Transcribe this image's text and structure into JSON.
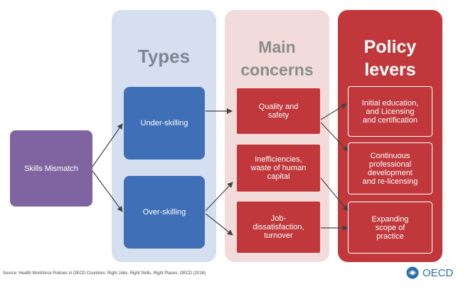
{
  "columns": {
    "types": "Types",
    "concerns": [
      "Main",
      "concerns"
    ],
    "levers": [
      "Policy",
      "levers"
    ]
  },
  "mismatch": "Skills Mismatch",
  "types": [
    "Under-skilling",
    "Over-skilling"
  ],
  "concerns": [
    [
      "Quality and",
      "safety"
    ],
    [
      "Inefficiencies,",
      "waste of human",
      "capital"
    ],
    [
      "Job-",
      "dissatisfaction,",
      "turnover"
    ]
  ],
  "levers": [
    [
      "Initial education,",
      "and Licensing",
      "and certification"
    ],
    [
      "Continuous",
      "professional",
      "development",
      "and re-licensing"
    ],
    [
      "Expanding",
      "scope of",
      "practice"
    ]
  ],
  "footer": "Source: Health Workforce Policies in OECD Countries: Right Jobs, Right Skills, Right Places; OECD (2016)",
  "logo": "OECD",
  "colors": {
    "purple": "#8064a2",
    "blue": "#3f6fb6",
    "red": "#c0383b",
    "light_blue": "#d6dff0",
    "light_pink": "#f2dbdb"
  }
}
